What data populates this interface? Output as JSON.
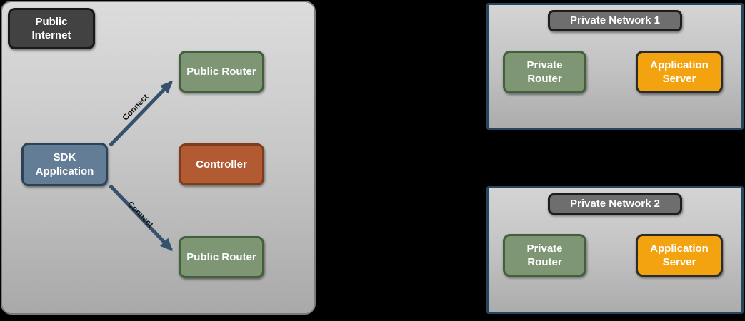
{
  "zone": {
    "label": "Public Internet",
    "nodes": {
      "sdk_application": {
        "label": "SDK Application"
      },
      "controller": {
        "label": "Controller"
      },
      "public_router_top": {
        "label": "Public Router"
      },
      "public_router_bottom": {
        "label": "Public Router"
      }
    },
    "edges": {
      "top": {
        "label": "Connect",
        "from": "SDK Application",
        "to": "Public Router (top)"
      },
      "bottom": {
        "label": "Connect",
        "from": "SDK Application",
        "to": "Public Router (bottom)"
      }
    }
  },
  "private_networks": [
    {
      "title": "Private Network 1",
      "router": "Private Router",
      "server": "Application Server"
    },
    {
      "title": "Private Network 2",
      "router": "Private Router",
      "server": "Application Server"
    }
  ],
  "colors": {
    "page_background": "#000000",
    "zone_fill": "#c9c9c9",
    "zone_border": "#7b7b7b",
    "dark_label_fill": "#424242",
    "network_header_fill": "#6e6e6e",
    "router_fill": "#7e9674",
    "router_border": "#42603c",
    "sdk_fill": "#647d96",
    "sdk_border": "#2e4257",
    "controller_fill": "#b25b33",
    "controller_border": "#7e3c1c",
    "server_fill": "#f2a30f",
    "server_border": "#2b2b2b",
    "panel_border": "#27455e",
    "arrow_color": "#36516c"
  }
}
